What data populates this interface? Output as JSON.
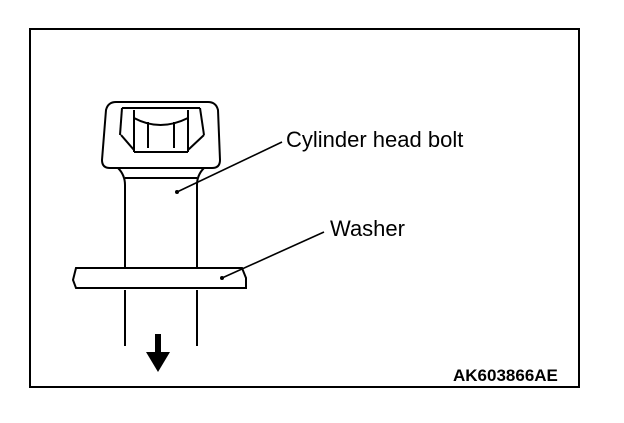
{
  "labels": {
    "bolt": "Cylinder head bolt",
    "washer": "Washer"
  },
  "figure_code": "AK603866AE",
  "colors": {
    "line": "#000000",
    "background": "#ffffff"
  }
}
